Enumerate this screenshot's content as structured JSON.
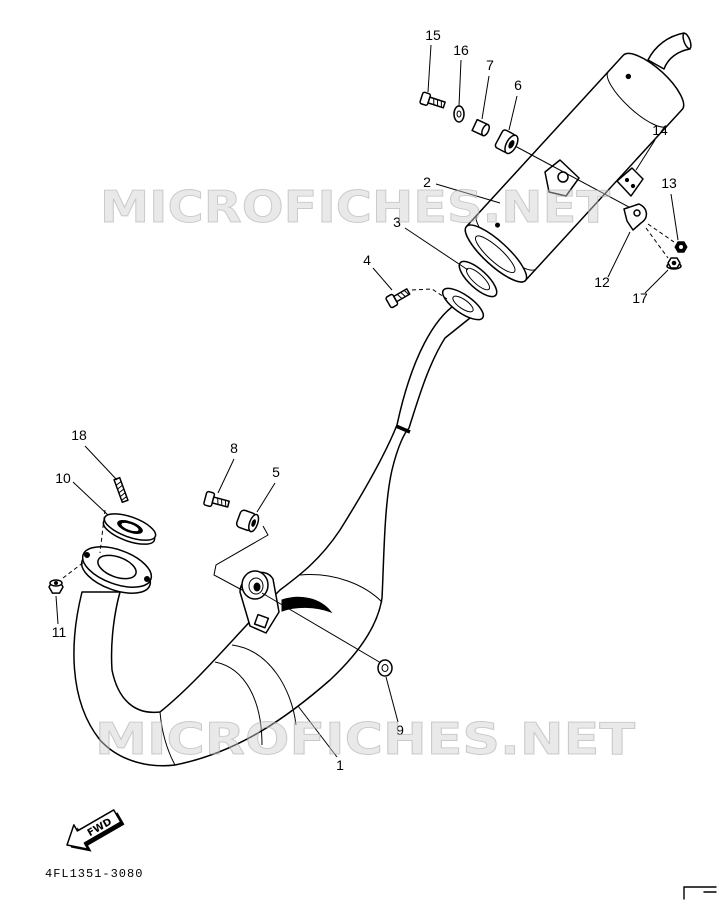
{
  "watermark": "MICROFICHES.NET",
  "callouts": [
    "1",
    "2",
    "3",
    "4",
    "5",
    "6",
    "7",
    "8",
    "9",
    "10",
    "11",
    "12",
    "13",
    "14",
    "15",
    "16",
    "17",
    "18"
  ],
  "fwd_label": "FWD",
  "diagram_code": "4FL1351-3080"
}
